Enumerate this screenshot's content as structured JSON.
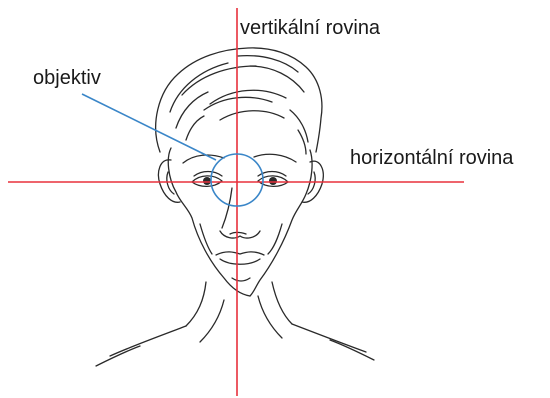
{
  "labels": {
    "vertical_plane": "vertikální rovina",
    "horizontal_plane": "horizontální rovina",
    "lens": "objektiv"
  },
  "colors": {
    "plane_lines": "#e8303c",
    "lens_pointer": "#3a86c8",
    "face_lines": "#2a2a2a",
    "text": "#1a1a1a"
  }
}
